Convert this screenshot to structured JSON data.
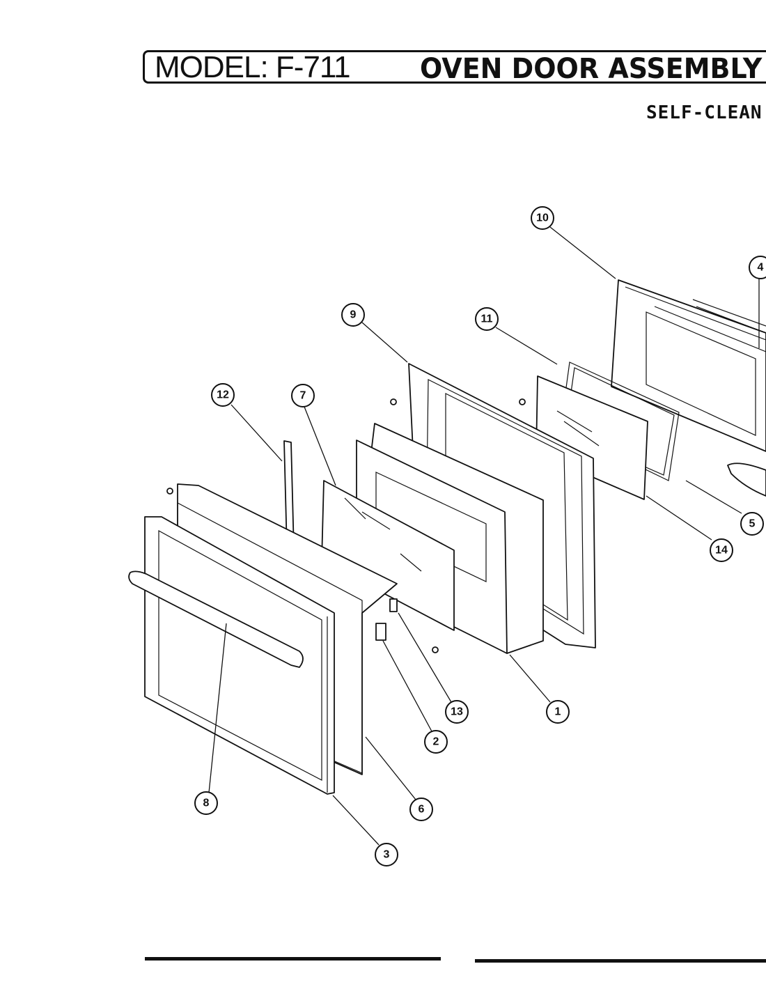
{
  "header": {
    "model": "MODEL: F-711",
    "title": "OVEN DOOR ASSEMBLY",
    "subtitle": "SELF-CLEAN"
  },
  "callouts": [
    {
      "id": "callout-1",
      "label": "1"
    },
    {
      "id": "callout-2",
      "label": "2"
    },
    {
      "id": "callout-3",
      "label": "3"
    },
    {
      "id": "callout-4",
      "label": "4"
    },
    {
      "id": "callout-5",
      "label": "5"
    },
    {
      "id": "callout-6",
      "label": "6"
    },
    {
      "id": "callout-7",
      "label": "7"
    },
    {
      "id": "callout-8",
      "label": "8"
    },
    {
      "id": "callout-9",
      "label": "9"
    },
    {
      "id": "callout-10",
      "label": "10"
    },
    {
      "id": "callout-11",
      "label": "11"
    },
    {
      "id": "callout-12",
      "label": "12"
    },
    {
      "id": "callout-13",
      "label": "13"
    },
    {
      "id": "callout-14",
      "label": "14"
    }
  ]
}
